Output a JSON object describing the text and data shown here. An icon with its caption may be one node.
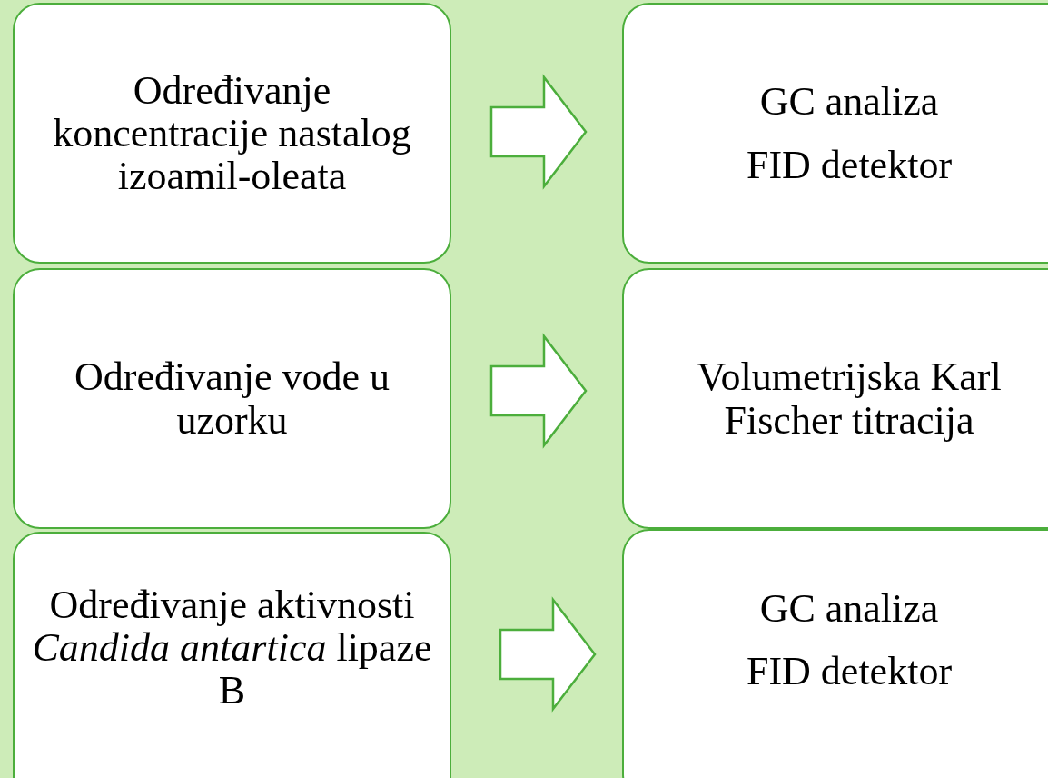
{
  "diagram": {
    "nodes": [
      {
        "text": [
          "Određivanje koncentracije nastalog izoamil-oleata"
        ]
      },
      {
        "text": [
          "GC analiza",
          "FID detektor"
        ]
      },
      {
        "text": [
          "Određivanje vode u uzorku"
        ]
      },
      {
        "text": [
          "Volumetrijska Karl Fischer titracija"
        ]
      },
      {
        "text": [
          "Određivanje aktivnosti *Candida antartica* lipaze B"
        ]
      },
      {
        "text": [
          "GC analiza",
          "FID detektor"
        ]
      }
    ],
    "edges": [
      {
        "from": 0,
        "to": 1,
        "arrow": "to"
      },
      {
        "from": 2,
        "to": 3,
        "arrow": "to"
      },
      {
        "from": 4,
        "to": 5,
        "arrow": "to"
      }
    ]
  }
}
